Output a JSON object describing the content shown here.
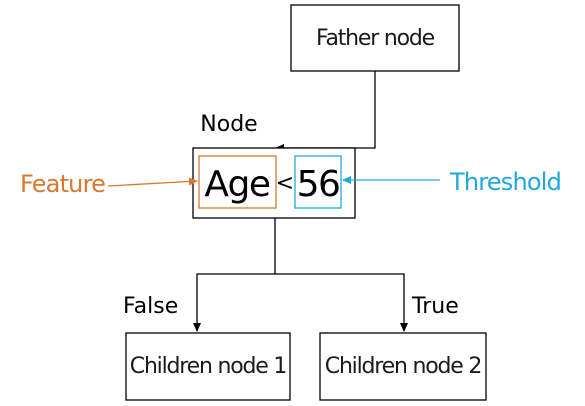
{
  "diagram": {
    "father_node": "Father node",
    "node_label": "Node",
    "feature_value": "Age",
    "operator": "<",
    "threshold_value": "56",
    "feature_label": "Feature",
    "threshold_label": "Threshold",
    "false_label": "False",
    "true_label": "True",
    "child_1": "Children node 1",
    "child_2": "Children node 2"
  },
  "colors": {
    "feature": "#D9782E",
    "threshold": "#22A7E0",
    "line": "#000000"
  }
}
